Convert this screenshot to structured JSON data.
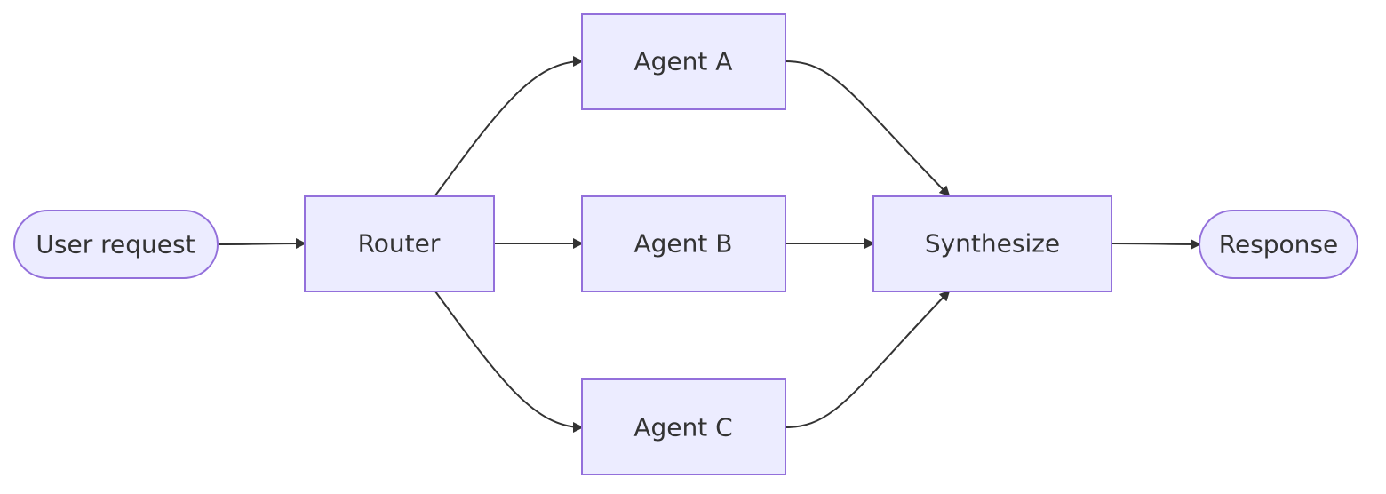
{
  "diagram": {
    "type": "flowchart",
    "direction": "left-to-right",
    "colors": {
      "node_fill": "#ECECFF",
      "node_stroke": "#9370DB",
      "edge": "#333333",
      "text": "#333333"
    },
    "nodes": {
      "user_request": {
        "label": "User request",
        "shape": "stadium"
      },
      "router": {
        "label": "Router",
        "shape": "rect"
      },
      "agent_a": {
        "label": "Agent A",
        "shape": "rect"
      },
      "agent_b": {
        "label": "Agent B",
        "shape": "rect"
      },
      "agent_c": {
        "label": "Agent C",
        "shape": "rect"
      },
      "synthesize": {
        "label": "Synthesize",
        "shape": "rect"
      },
      "response": {
        "label": "Response",
        "shape": "stadium"
      }
    },
    "edges": [
      {
        "from": "User request",
        "to": "Router"
      },
      {
        "from": "Router",
        "to": "Agent A"
      },
      {
        "from": "Router",
        "to": "Agent B"
      },
      {
        "from": "Router",
        "to": "Agent C"
      },
      {
        "from": "Agent A",
        "to": "Synthesize"
      },
      {
        "from": "Agent B",
        "to": "Synthesize"
      },
      {
        "from": "Agent C",
        "to": "Synthesize"
      },
      {
        "from": "Synthesize",
        "to": "Response"
      }
    ]
  }
}
